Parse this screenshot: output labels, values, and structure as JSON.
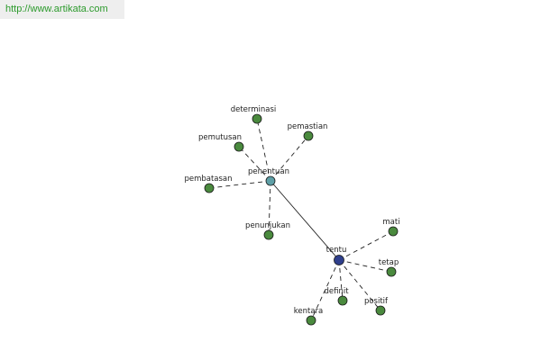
{
  "watermark": {
    "text": "http://www.artikata.com"
  },
  "colors": {
    "hub_primary": "#2f3f8c",
    "hub_secondary": "#5e9fa6",
    "leaf": "#4a8a3e",
    "edge": "#222222",
    "watermark_text": "#2c9a2c"
  },
  "graph": {
    "nodes": [
      {
        "id": "tentu",
        "label": "tentu",
        "kind": "hub_primary"
      },
      {
        "id": "penentuan",
        "label": "penentuan",
        "kind": "hub_secondary"
      },
      {
        "id": "determinasi",
        "label": "determinasi",
        "kind": "leaf"
      },
      {
        "id": "pemastian",
        "label": "pemastian",
        "kind": "leaf"
      },
      {
        "id": "pemutusan",
        "label": "pemutusan",
        "kind": "leaf"
      },
      {
        "id": "pembatasan",
        "label": "pembatasan",
        "kind": "leaf"
      },
      {
        "id": "penunjukan",
        "label": "penunjukan",
        "kind": "leaf"
      },
      {
        "id": "mati",
        "label": "mati",
        "kind": "leaf"
      },
      {
        "id": "tetap",
        "label": "tetap",
        "kind": "leaf"
      },
      {
        "id": "positif",
        "label": "positif",
        "kind": "leaf"
      },
      {
        "id": "definit",
        "label": "definit",
        "kind": "leaf"
      },
      {
        "id": "kentara",
        "label": "kentara",
        "kind": "leaf"
      }
    ],
    "edges": [
      {
        "from": "tentu",
        "to": "penentuan",
        "style": "solid"
      },
      {
        "from": "penentuan",
        "to": "determinasi",
        "style": "dashed"
      },
      {
        "from": "penentuan",
        "to": "pemastian",
        "style": "dashed"
      },
      {
        "from": "penentuan",
        "to": "pemutusan",
        "style": "dashed"
      },
      {
        "from": "penentuan",
        "to": "pembatasan",
        "style": "dashed"
      },
      {
        "from": "penentuan",
        "to": "penunjukan",
        "style": "dashed"
      },
      {
        "from": "tentu",
        "to": "mati",
        "style": "dashed"
      },
      {
        "from": "tentu",
        "to": "tetap",
        "style": "dashed"
      },
      {
        "from": "tentu",
        "to": "positif",
        "style": "dashed"
      },
      {
        "from": "tentu",
        "to": "definit",
        "style": "dashed"
      },
      {
        "from": "tentu",
        "to": "kentara",
        "style": "dashed"
      }
    ]
  }
}
